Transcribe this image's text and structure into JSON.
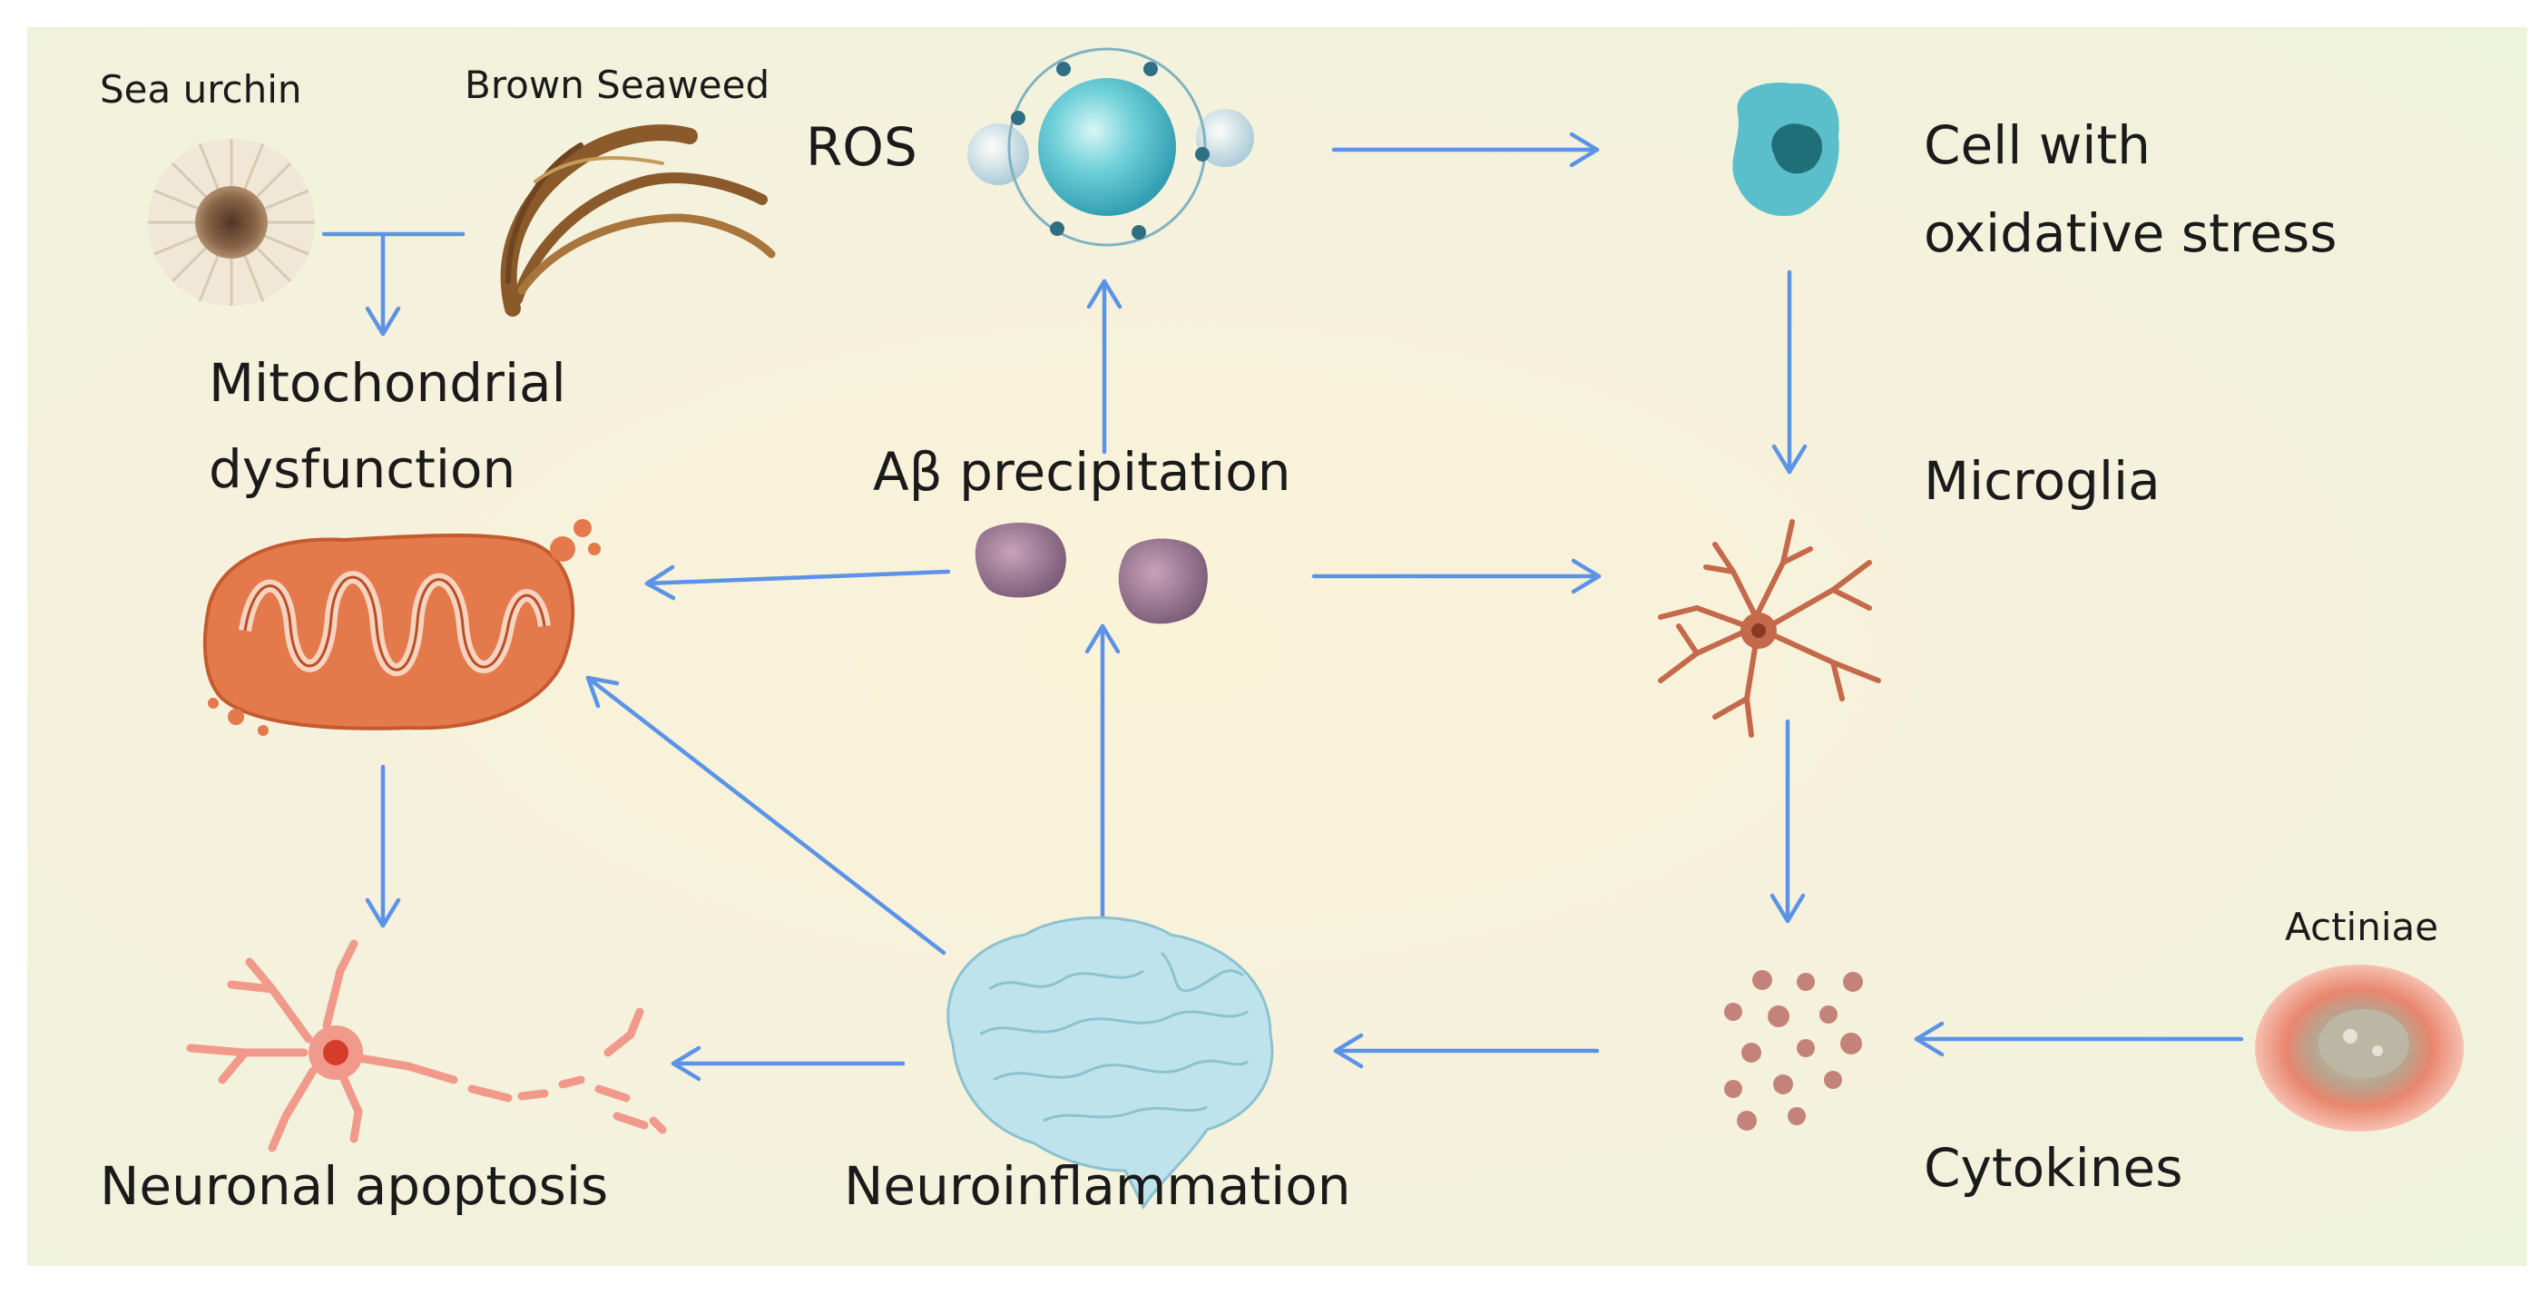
{
  "labels": {
    "sea_urchin": "Sea urchin",
    "brown_seaweed": "Brown Seaweed",
    "ros": "ROS",
    "cell_line1": "Cell with",
    "cell_line2": "oxidative stress",
    "mito_line1": "Mitochondrial",
    "mito_line2": "dysfunction",
    "abeta": "Aβ precipitation",
    "microglia": "Microglia",
    "actiniae": "Actiniae",
    "neuronal_apoptosis": "Neuronal apoptosis",
    "neuroinflammation": "Neuroinflammation",
    "cytokines": "Cytokines"
  },
  "colors": {
    "arrow": "#5b93e6",
    "mitochondria": "#e47a4c",
    "microglia": "#c4694a",
    "neuron": "#f19a8c",
    "ros": "#66c9d4",
    "cell": "#5bbfcb",
    "abeta": "#a0789a",
    "brain": "#bfe3ec",
    "cytokine": "#c4837a",
    "urchin": "#7a563d",
    "seaweed": "#8a5a2b",
    "actiniae": "#e8866e"
  },
  "edges": [
    {
      "from": "ROS",
      "to": "Cell with oxidative stress"
    },
    {
      "from": "Cell with oxidative stress",
      "to": "Microglia"
    },
    {
      "from": "Microglia",
      "to": "Cytokines"
    },
    {
      "from": "Actiniae",
      "to": "Cytokines"
    },
    {
      "from": "Cytokines",
      "to": "Neuroinflammation"
    },
    {
      "from": "Neuroinflammation",
      "to": "Neuronal apoptosis"
    },
    {
      "from": "Neuroinflammation",
      "to": "Aβ precipitation"
    },
    {
      "from": "Neuroinflammation",
      "to": "Mitochondrial dysfunction"
    },
    {
      "from": "Aβ precipitation",
      "to": "ROS"
    },
    {
      "from": "Aβ precipitation",
      "to": "Mitochondrial dysfunction"
    },
    {
      "from": "Aβ precipitation",
      "to": "Microglia"
    },
    {
      "from": "Mitochondrial dysfunction",
      "to": "Neuronal apoptosis"
    },
    {
      "from": "Sea urchin",
      "to": "Mitochondrial dysfunction"
    },
    {
      "from": "Brown Seaweed",
      "to": "Mitochondrial dysfunction"
    }
  ]
}
